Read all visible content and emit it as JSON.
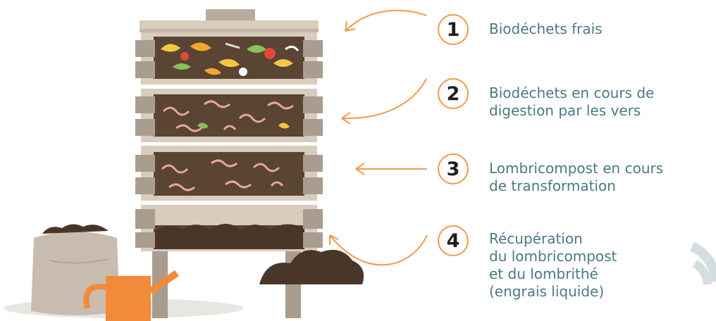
{
  "colors": {
    "accent_orange": "#f39a4a",
    "text_teal": "#4a7a85",
    "wood": "#d8ccbc",
    "wood_dark": "#a99d8f",
    "soil": "#5a4433",
    "worm": "#e7a5a0",
    "can_orange": "#f18a3a"
  },
  "legend": [
    {
      "number": "1",
      "text": "Biodéchets frais"
    },
    {
      "number": "2",
      "text": "Biodéchets en cours de\ndigestion par les vers"
    },
    {
      "number": "3",
      "text": "Lombricompost en cours\nde transformation"
    },
    {
      "number": "4",
      "text": "Récupération\ndu lombricompost\net du lombrithé\n(engrais liquide)"
    }
  ]
}
